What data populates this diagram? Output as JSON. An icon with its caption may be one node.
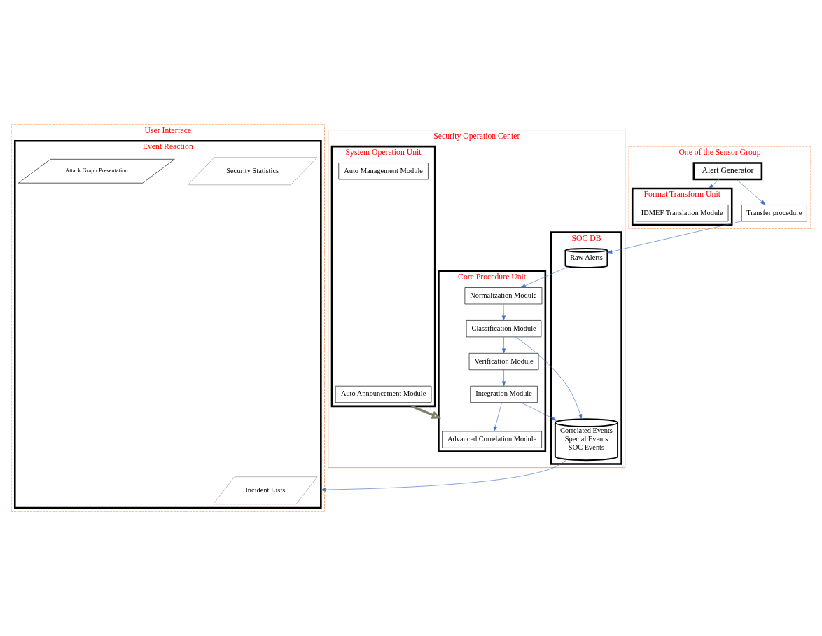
{
  "diagram": {
    "nodes": [
      {
        "text": [
          "Security Operation Center"
        ]
      },
      {
        "text": [
          "System Operation Unit"
        ],
        "in": 0
      },
      {
        "text": [
          "Auto Announcement Module"
        ],
        "in": 1
      },
      {
        "text": [
          "Auto Management Module"
        ],
        "in": 1
      },
      {
        "text": [
          "Core Procedure Unit"
        ],
        "in": 0
      },
      {
        "text": [
          "Advanced Correlation Module"
        ],
        "in": 4
      },
      {
        "text": [
          "Integration Module"
        ],
        "in": 4
      },
      {
        "text": [
          "Verification Module"
        ],
        "in": 4
      },
      {
        "text": [
          "Classification Module"
        ],
        "in": 4
      },
      {
        "text": [
          "Normalization Module"
        ],
        "in": 4
      },
      {
        "text": [
          "SOC DB"
        ],
        "in": 0
      },
      {
        "text": [
          "Correlated Events",
          "Special Events",
          "SOC Events"
        ],
        "in": 10
      },
      {
        "text": [
          "Raw Alerts"
        ],
        "in": 10
      },
      {
        "text": [
          "One of the Sensor Group"
        ]
      },
      {
        "text": [
          "Format Transform Unit"
        ],
        "in": 13
      },
      {
        "text": [
          "IDMEF Translation Module"
        ],
        "in": 14
      },
      {
        "text": [
          "Transfer procedure"
        ],
        "in": 13
      },
      {
        "text": [
          "Alert Generator"
        ],
        "in": 13
      },
      {
        "text": [
          "User Interface"
        ]
      },
      {
        "text": [
          "Event Reaction"
        ],
        "in": 18
      },
      {
        "text": [
          "Incident Lists"
        ],
        "in": 19
      },
      {
        "text": [
          "Security Statistics"
        ],
        "in": 19
      },
      {
        "text": [
          "Attack Graph Presentation"
        ],
        "in": 19
      }
    ],
    "edges": [
      {
        "from": 1,
        "to": 4,
        "arrow": "to",
        "style": "thick"
      },
      {
        "from": 6,
        "to": 5,
        "arrow": "to"
      },
      {
        "from": 7,
        "to": 6,
        "arrow": "to"
      },
      {
        "from": 8,
        "to": 7,
        "arrow": "to"
      },
      {
        "from": 9,
        "to": 8,
        "arrow": "to"
      },
      {
        "from": 12,
        "to": 9,
        "arrow": "to"
      },
      {
        "from": 6,
        "to": 11,
        "arrow": "to"
      },
      {
        "from": 8,
        "to": 11,
        "arrow": "to"
      },
      {
        "from": 11,
        "to": 19,
        "arrow": "to"
      },
      {
        "from": 17,
        "to": 16,
        "arrow": "to"
      },
      {
        "from": 17,
        "to": 14,
        "arrow": "to"
      },
      {
        "from": 16,
        "to": 12,
        "arrow": "to"
      }
    ]
  }
}
